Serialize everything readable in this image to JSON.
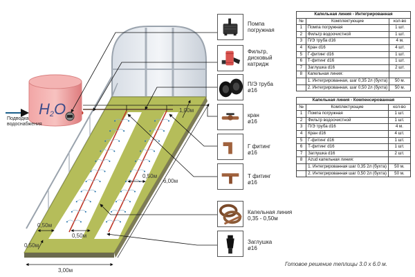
{
  "tank": {
    "label": "H2O",
    "h": "H",
    "sub": "2",
    "o": "O",
    "inlet_label_line1": "Подводка",
    "inlet_label_line2": "водоснабжения"
  },
  "dimensions": {
    "width": "3,00м",
    "length": "6,00м",
    "header_offset": "1,00м",
    "edge_gap": "0,50м",
    "side_gap": "0,50м",
    "bed_gap_lower": "0,50м",
    "bed_gap_upper": "0,50м"
  },
  "components": [
    {
      "id": "pump",
      "line1": "Помпа",
      "line2": "погружная",
      "line3": "",
      "icon": "pump-icon"
    },
    {
      "id": "filter",
      "line1": "Фильтр,",
      "line2": "дисковый",
      "line3": "катридж",
      "icon": "filter-icon"
    },
    {
      "id": "pipe",
      "line1": "П/Э труба",
      "line2": "ø16",
      "line3": "",
      "icon": "pipe-coil-icon"
    },
    {
      "id": "valve",
      "line1": "кран",
      "line2": "ø16",
      "line3": "",
      "icon": "valve-icon"
    },
    {
      "id": "elbow",
      "line1": "Г фитинг",
      "line2": "ø16",
      "line3": "",
      "icon": "elbow-fitting-icon"
    },
    {
      "id": "tee",
      "line1": "Т фитинг",
      "line2": "ø16",
      "line3": "",
      "icon": "tee-fitting-icon"
    },
    {
      "id": "dripline",
      "line1": "Капельная линия",
      "line2": "0,35 - 0,50м",
      "line3": "",
      "icon": "dripline-coil-icon"
    },
    {
      "id": "plug",
      "line1": "Заглушка",
      "line2": "ø16",
      "line3": "",
      "icon": "end-plug-icon"
    }
  ],
  "tables": [
    {
      "title": "Капельная линия - Интегрированная",
      "headers": [
        "№",
        "Комплектующие",
        "кол-во"
      ],
      "rows": [
        [
          "1",
          "Помпа погружная",
          "1 шт."
        ],
        [
          "2",
          "Фильтр водоочистной",
          "1 шт."
        ],
        [
          "3",
          "П/Э труба d16",
          "4 м."
        ],
        [
          "4",
          "Кран d16",
          "4 шт."
        ],
        [
          "5",
          "Г-фитинг d16",
          "1 шт."
        ],
        [
          "6",
          "Т-фитинг d16",
          "1 шт."
        ],
        [
          "7",
          "Заглушка d16",
          "2 шт."
        ],
        [
          "8",
          "Капельная линия:",
          ""
        ],
        [
          "",
          "1.  Интегрированная, шаг 0,35 2л (бухта)",
          "50 м."
        ],
        [
          "",
          "2.  Интегрированная, шаг 0,50 2л (бухта)",
          "50 м."
        ]
      ]
    },
    {
      "title": "Капельная линия - Компенсированная",
      "headers": [
        "№",
        "Комплектующие",
        "кол-во"
      ],
      "rows": [
        [
          "1",
          "Помпа погружная",
          "1 шт."
        ],
        [
          "2",
          "Фильтр водоочистной",
          "1 шт."
        ],
        [
          "3",
          "П/Э труба d16",
          "4 м."
        ],
        [
          "4",
          "Кран d16",
          "4 шт."
        ],
        [
          "5",
          "Г-фитинг d16",
          "1 шт."
        ],
        [
          "6",
          "Т-фитинг d16",
          "1 шт."
        ],
        [
          "7",
          "Заглушка d16",
          "2 шт."
        ],
        [
          "8",
          "Azud капельная линия:",
          ""
        ],
        [
          "",
          "1.  Интегрированная шаг 0,35 2л (бухта)",
          "50 м."
        ],
        [
          "",
          "2.  Интегрированная шаг 0,50 2л (бухта)",
          "50 м."
        ]
      ]
    }
  ],
  "caption": "Готовое решение теплицы 3.0 х 6.0 м.",
  "colors": {
    "tank": "#e8888a",
    "floor": "#b5bd5a",
    "soil_bed": "#ffffff",
    "dripline": "#c0392b",
    "frame": "#9aa3ad",
    "leader": "#111111"
  }
}
